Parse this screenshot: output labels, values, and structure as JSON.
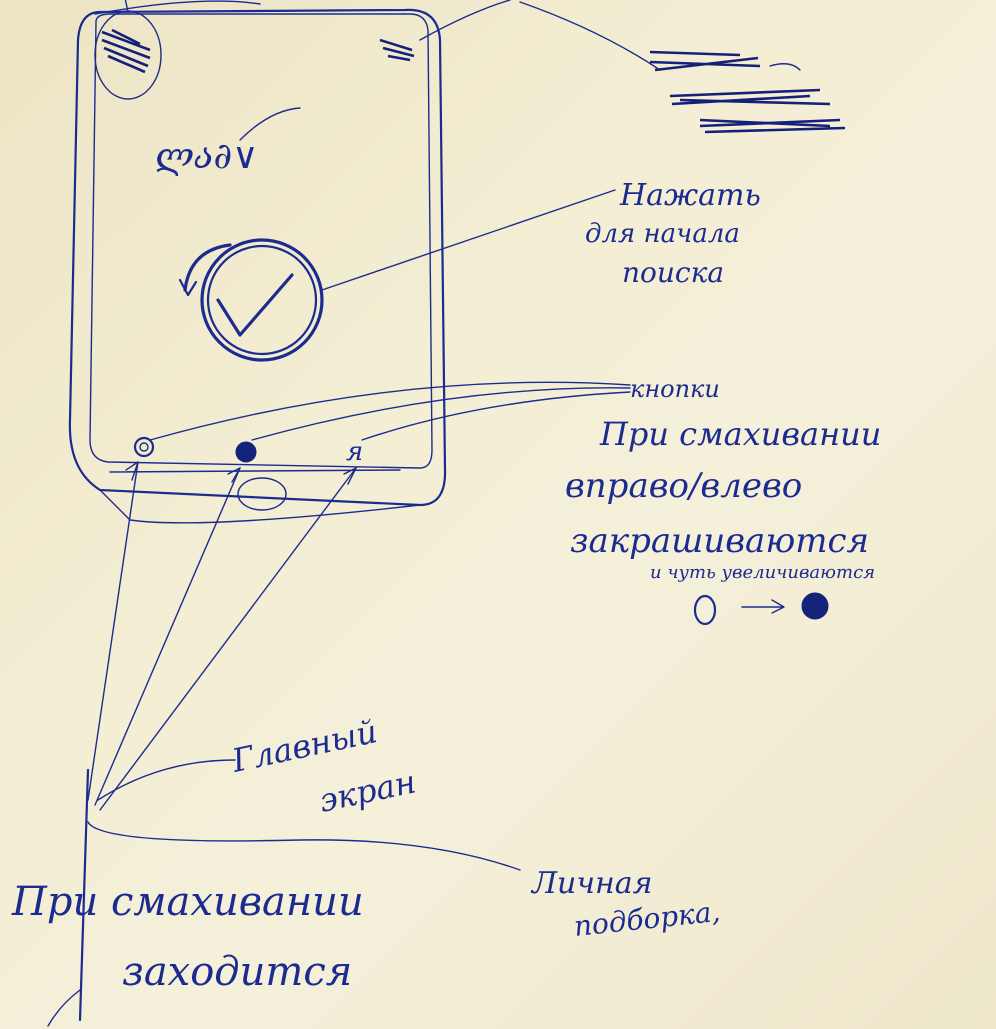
{
  "phone": {
    "logo_text": "ლა∂∨",
    "search_button_glyph": "√",
    "dots": [
      "o",
      "●",
      "я"
    ]
  },
  "annotations": {
    "search_hint": [
      "Нажать",
      "для начала",
      "поиска"
    ],
    "dots_label": "кнопки",
    "dots_hint": [
      "При смахивании",
      "вправо/влево",
      "закрашиваются",
      "и чуть увеличиваются"
    ],
    "legend_from": "o",
    "legend_arrow": "→",
    "main_screen": [
      "Главный",
      "экран"
    ],
    "personal": [
      "Личная",
      "подборка,"
    ],
    "swipe_hint": [
      "При смахивании",
      "заходится"
    ]
  },
  "colors": {
    "ink": "#1c2b8f",
    "paper": "#f3edd3"
  }
}
